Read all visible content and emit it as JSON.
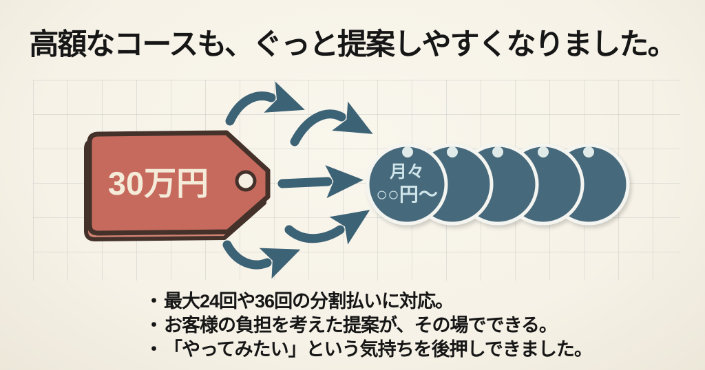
{
  "title": "高額なコースも、ぐっと提案しやすくなりました。",
  "price_tag": {
    "label": "30万円"
  },
  "monthly_tags": {
    "count": 5,
    "first_tag_line1": "月々",
    "first_tag_line2": "○○円〜"
  },
  "arrows": {
    "count": 5
  },
  "notes": {
    "marker": "・",
    "items": [
      "最大24回や36回の分割払いに対応。",
      "お客様の負担を考えた提案が、その場でできる。",
      "「やってみたい」という気持ちを後押しできました。"
    ]
  },
  "colors": {
    "background": "#f6f2e7",
    "grid_line": "#aab2b5",
    "title_text": "#161616",
    "note_text": "#161616",
    "tag_fill": "#c76a5e",
    "tag_side": "#d08273",
    "tag_outline": "#43312a",
    "tag_text": "#f4ebd9",
    "tag_hole": "#f4efe1",
    "coin_fill": "#47697b",
    "coin_ring": "#f4f5f0",
    "coin_hole": "#e0ebe9",
    "coin_text": "#cfe5ea",
    "arrow": "#3c6276"
  }
}
